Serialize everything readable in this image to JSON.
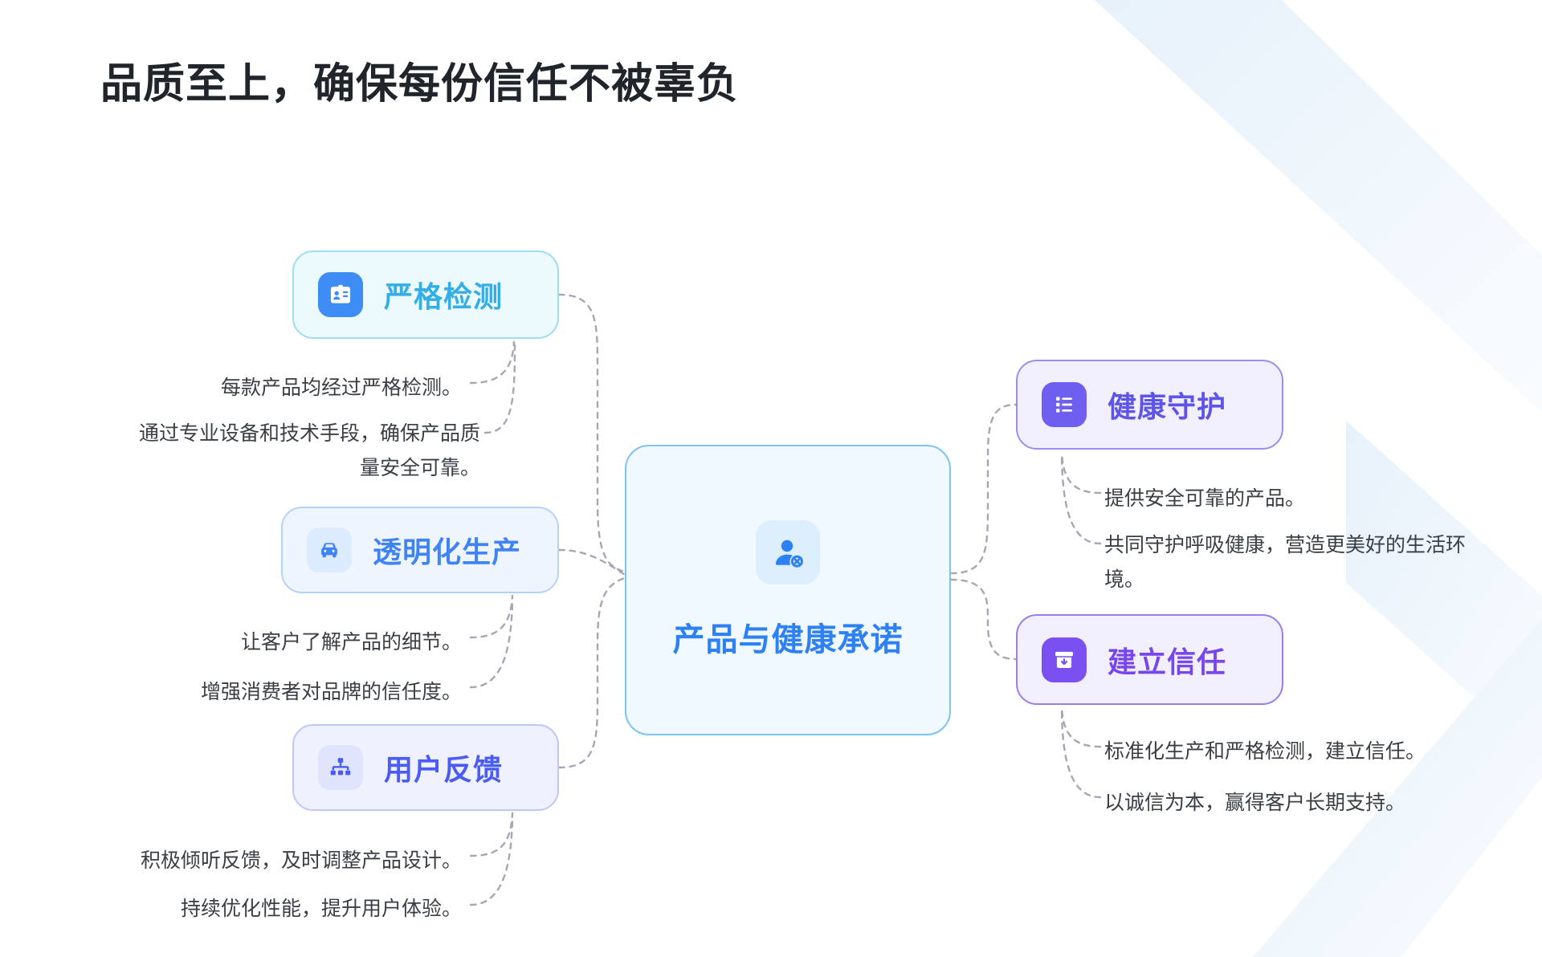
{
  "title": "品质至上，确保每份信任不被辜负",
  "center": {
    "label": "产品与健康承诺",
    "icon": "person-x-icon"
  },
  "left_nodes": [
    {
      "label": "严格检测",
      "icon": "id-badge-icon",
      "items": [
        "每款产品均经过严格检测。",
        "通过专业设备和技术手段，确保产品质量安全可靠。"
      ]
    },
    {
      "label": "透明化生产",
      "icon": "car-icon",
      "items": [
        "让客户了解产品的细节。",
        "增强消费者对品牌的信任度。"
      ]
    },
    {
      "label": "用户反馈",
      "icon": "sitemap-icon",
      "items": [
        "积极倾听反馈，及时调整产品设计。",
        "持续优化性能，提升用户体验。"
      ]
    }
  ],
  "right_nodes": [
    {
      "label": "健康守护",
      "icon": "list-icon",
      "items": [
        "提供安全可靠的产品。",
        "共同守护呼吸健康，营造更美好的生活环境。"
      ]
    },
    {
      "label": "建立信任",
      "icon": "archive-box-icon",
      "items": [
        "标准化生产和严格检测，建立信任。",
        "以诚信为本，赢得客户长期支持。"
      ]
    }
  ],
  "colors": {
    "title": "#20242b",
    "center_accent": "#2e80f5",
    "strict_testing_accent": "#35aee8",
    "transparent_production_accent": "#3f83f6",
    "user_feedback_accent": "#4a5cf5",
    "health_guard_accent": "#5f54ea",
    "build_trust_accent": "#7646ee",
    "connector": "#a6a6b5"
  }
}
